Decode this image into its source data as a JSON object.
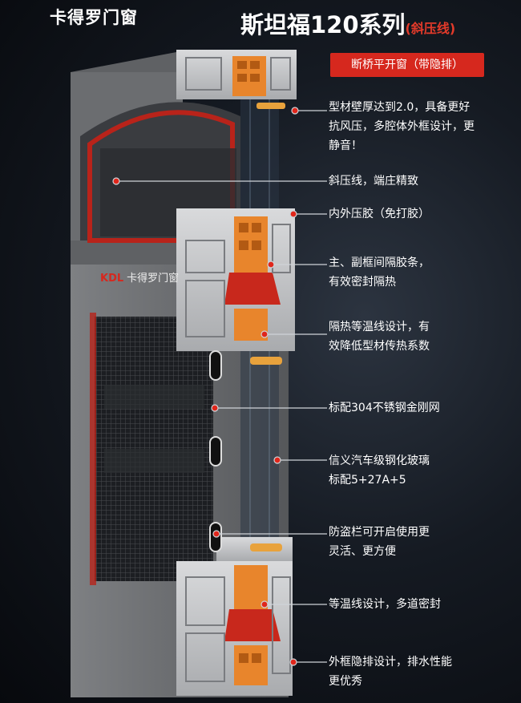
{
  "brand": "卡得罗门窗",
  "title": {
    "main": "斯坦福120系列",
    "sub": "(斜压线)"
  },
  "badge": "断桥平开窗（带隐排）",
  "logo_plate": {
    "mark": "KDL",
    "text": "卡得罗门窗"
  },
  "annotations": [
    {
      "lines": [
        "型材壁厚达到2.0，具备更好",
        "抗风压，多腔体外框设计，更",
        "静音！"
      ]
    },
    {
      "lines": [
        "斜压线，端庄精致"
      ]
    },
    {
      "lines": [
        "内外压胶（免打胶）"
      ]
    },
    {
      "lines": [
        "主、副框间隔胶条，",
        "有效密封隔热"
      ]
    },
    {
      "lines": [
        "隔热等温线设计，有",
        "效降低型材传热系数"
      ]
    },
    {
      "lines": [
        "标配304不锈钢金刚网"
      ]
    },
    {
      "lines": [
        "信义汽车级钢化玻璃",
        "标配5+27A+5"
      ]
    },
    {
      "lines": [
        "防盗栏可开启使用更",
        "灵活、更方便"
      ]
    },
    {
      "lines": [
        "等温线设计，多道密封"
      ]
    },
    {
      "lines": [
        "外框隐排设计，排水性能",
        "更优秀"
      ]
    }
  ],
  "colors": {
    "accent": "#d6281e",
    "frame": "#6d6f72",
    "background": "#0f131a"
  }
}
